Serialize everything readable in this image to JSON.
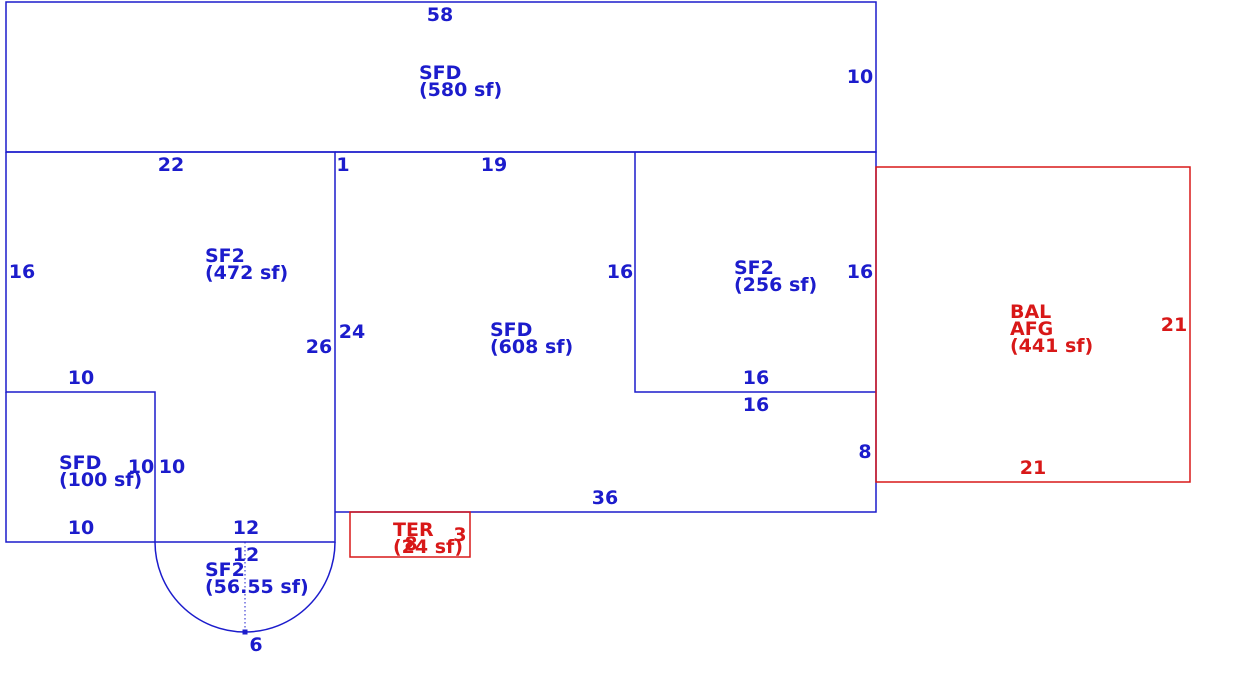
{
  "colors": {
    "living": "#1c1ccc",
    "exterior": "#d81818"
  },
  "areas": {
    "top_sfd": {
      "name": "SFD",
      "size": "(580 sf)"
    },
    "left_sf2": {
      "name": "SF2",
      "size": "(472 sf)"
    },
    "mid_sfd": {
      "name": "SFD",
      "size": "(608 sf)"
    },
    "right_sf2": {
      "name": "SF2",
      "size": "(256 sf)"
    },
    "small_sfd": {
      "name": "SFD",
      "size": "(100 sf)"
    },
    "semi_sf2": {
      "name": "SF2",
      "size": "(56.55 sf)"
    },
    "balcony": {
      "name": "BAL",
      "sub": "AFG",
      "size": "(441 sf)"
    },
    "terrace": {
      "name": "TER",
      "size": "(24 sf)"
    }
  },
  "dims": {
    "top_width": "58",
    "top_height": "10",
    "left_top": "22",
    "left_side": "16",
    "left_inner": "26",
    "notch_top": "10",
    "notch_left": "10",
    "notch_right": "10",
    "notch_bottom": "10",
    "step_bottom": "12",
    "semi_diam": "12",
    "semi_radius": "6",
    "mid_step": "1",
    "mid_top": "19",
    "mid_left": "24",
    "mid_right_inner": "16",
    "mid_bottom": "36",
    "mid_right_low": "8",
    "right_top_side": "16",
    "right_bottom": "16",
    "right_bottom_outer": "16",
    "bal_side": "21",
    "bal_bottom": "21",
    "ter_left": "8",
    "ter_right": "3"
  }
}
